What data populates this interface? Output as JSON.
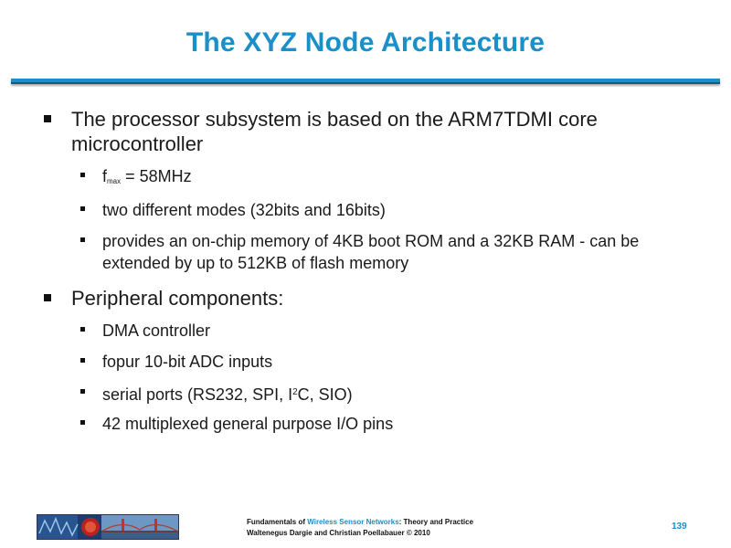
{
  "slide": {
    "title": "The XYZ Node Architecture",
    "bullets": {
      "b1": "The processor subsystem is based on the ARM7TDMI core microcontroller",
      "b1_sub": {
        "fmax_prefix": "f",
        "fmax_subscript": "max",
        "fmax_value": " = 58MHz",
        "modes": "two different modes (32bits and 16bits)",
        "memory": "provides an on-chip memory of 4KB boot ROM and a 32KB RAM - can be extended by up to 512KB of flash memory"
      },
      "b2": "Peripheral components:",
      "b2_sub": {
        "dma": "DMA controller",
        "adc": "fopur 10-bit ADC inputs",
        "serial_prefix": "serial ports (RS232, SPI, I",
        "serial_sup": "2",
        "serial_suffix": "C, SIO)",
        "gpio": "42 multiplexed general purpose I/O pins"
      }
    }
  },
  "footer": {
    "line1_prefix": "Fundamentals of ",
    "line1_accent": "Wireless Sensor Networks",
    "line1_suffix": ": Theory and Practice",
    "line2": "Waltenegus Dargie and Christian Poellabauer © 2010",
    "page_number": "139"
  },
  "colors": {
    "accent": "#1a8fc8",
    "text": "#1a1a1a"
  }
}
